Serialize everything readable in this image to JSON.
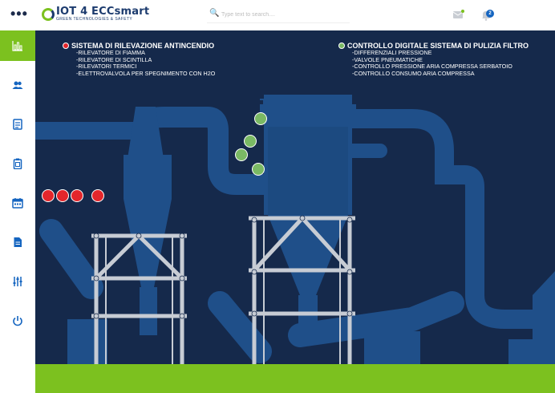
{
  "header": {
    "logo_text": "IOT 4 ECCsmart",
    "logo_subtitle": "GREEN TECHNOLOGIES & SAFETY",
    "search_placeholder": "Type text to search....",
    "notification_count": "2"
  },
  "sidebar": {
    "items": [
      {
        "name": "chart",
        "active": true
      },
      {
        "name": "users",
        "active": false
      },
      {
        "name": "documents",
        "active": false
      },
      {
        "name": "clipboard",
        "active": false
      },
      {
        "name": "calendar",
        "active": false
      },
      {
        "name": "file",
        "active": false
      },
      {
        "name": "sliders",
        "active": false
      },
      {
        "name": "power",
        "active": false
      }
    ]
  },
  "panels": {
    "fire": {
      "title": "SISTEMA DI RILEVAZIONE ANTINCENDIO",
      "color": "#e3262b",
      "items": [
        "-RILEVATORE DI FIAMMA",
        "-RILEVATORE DI SCINTILLA",
        "-RILEVATORI TERMICI",
        "-ELETTROVALVOLA PER SPEGNIMENTO CON H2O"
      ]
    },
    "filter": {
      "title": "CONTROLLO DIGITALE SISTEMA DI PULIZIA FILTRO",
      "color": "#7ab964",
      "items": [
        "-DIFFERENZIALI PRESSIONE",
        "-VALVOLE PNEUMATICHE",
        "-CONTROLLO PRESSIONE ARIA COMPRESSA SERBATOIO",
        "-CONTROLLO CONSUMO ARIA COMPRESSA"
      ]
    }
  },
  "colors": {
    "accent": "#7cc11f",
    "background": "#15294b",
    "pipes": "#1f4f89",
    "frame": "#c7ccd4"
  }
}
